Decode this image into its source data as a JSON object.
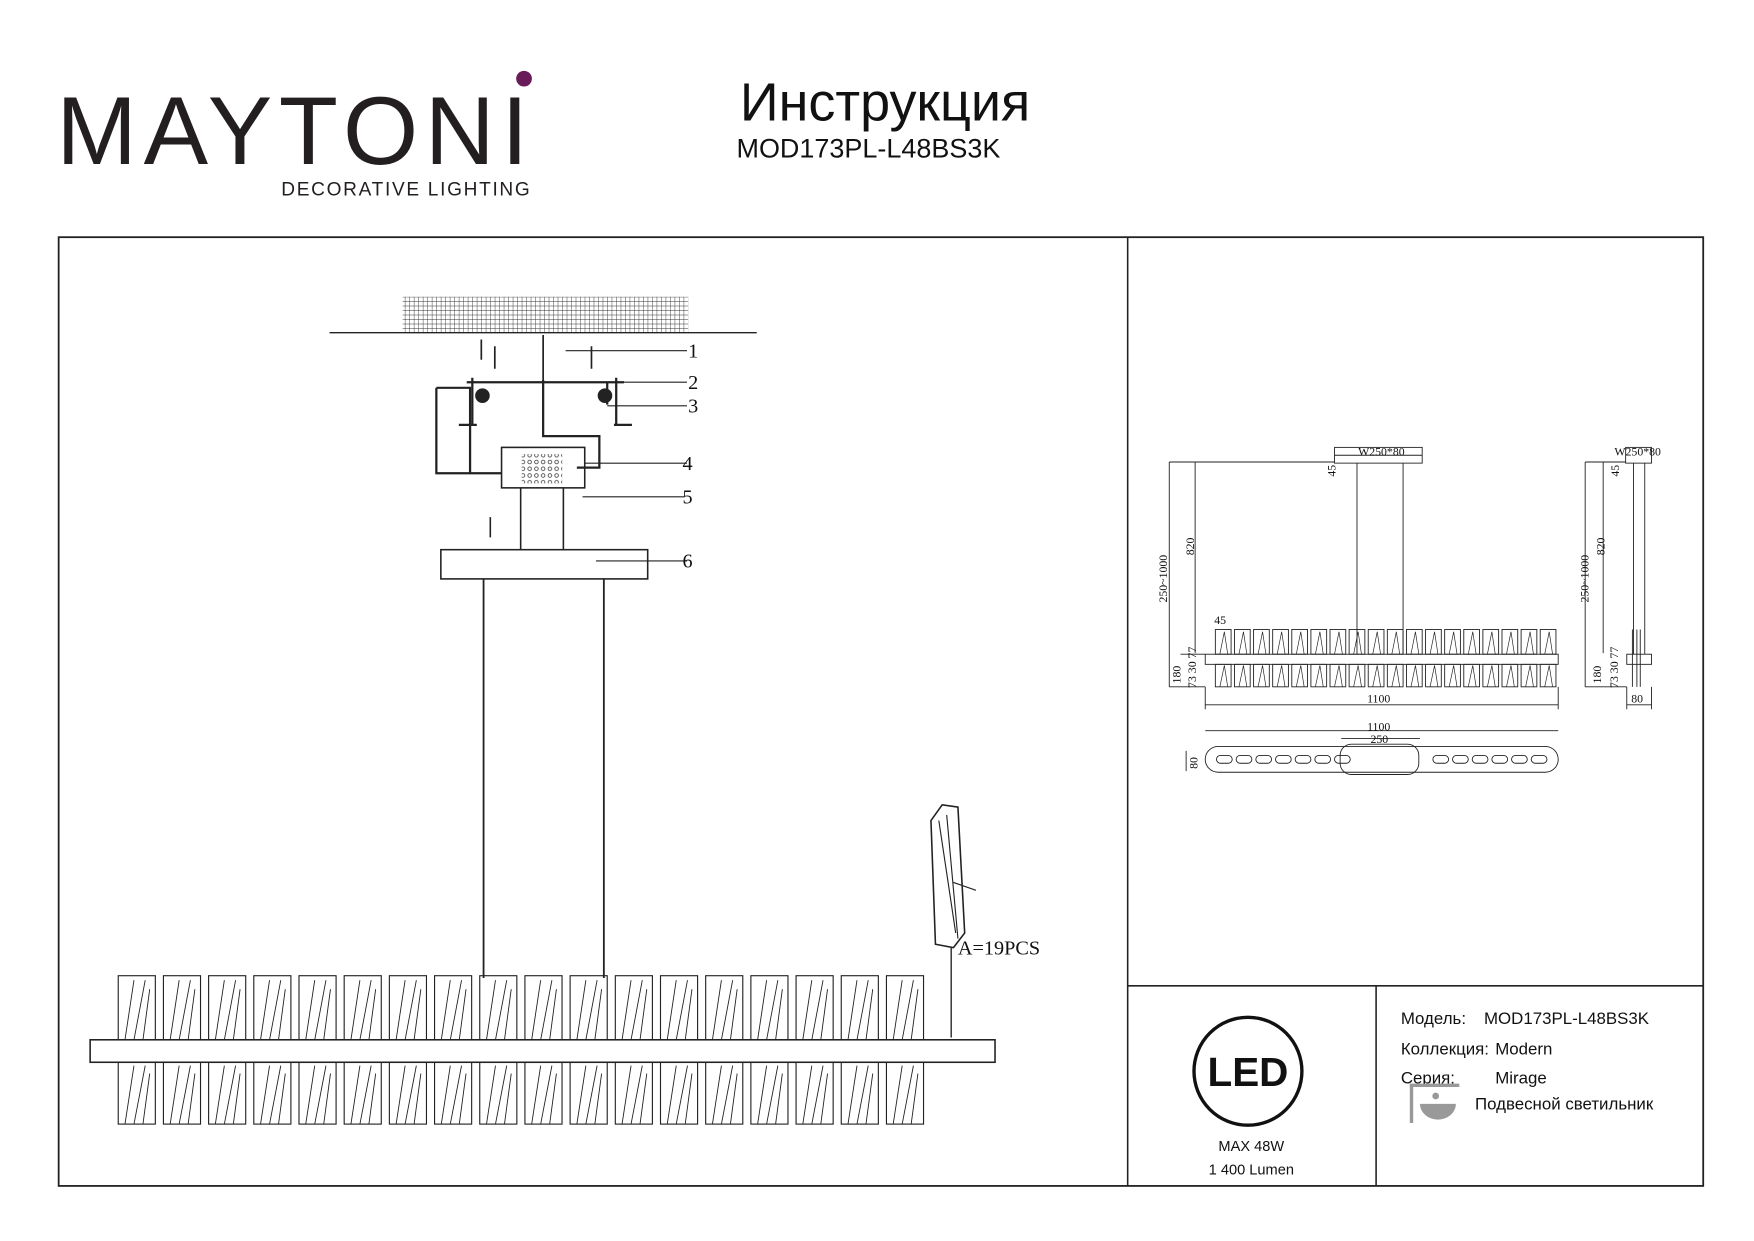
{
  "brand": {
    "logo_text": "MAYTONI",
    "tagline": "DECORATIVE LIGHTING",
    "accent": "#6a1b5a"
  },
  "header": {
    "title": "Инструкция",
    "model": "MOD173PL-L48BS3K"
  },
  "assembly": {
    "callouts": [
      "1",
      "2",
      "3",
      "4",
      "5",
      "6"
    ],
    "crystal_label": "A=19PCS"
  },
  "dimensions": {
    "canopy": "W250*80",
    "canopy_h": "45",
    "total_h": "250~1000",
    "cable": "820",
    "crystal_w": "45",
    "body_h": "180",
    "parts": "73 30 77",
    "length": "1100",
    "top_length": "1100",
    "top_canopy": "250",
    "depth": "80",
    "side_canopy": "W250*80",
    "side_canopy_h": "45",
    "side_total_h": "250~1000",
    "side_cable": "820",
    "side_body_h": "180",
    "side_parts": "73 30 77",
    "side_depth": "80"
  },
  "specs": {
    "led_label": "LED",
    "power": "MAX 48W",
    "lumen": "1 400 Lumen"
  },
  "info": {
    "model_label": "Модель:",
    "model_value": "MOD173PL-L48BS3K",
    "collection_label": "Коллекция:",
    "collection_value": "Modern",
    "series_label": "Серия:",
    "series_value": "Mirage",
    "type_value": "Подвесной светильник"
  }
}
